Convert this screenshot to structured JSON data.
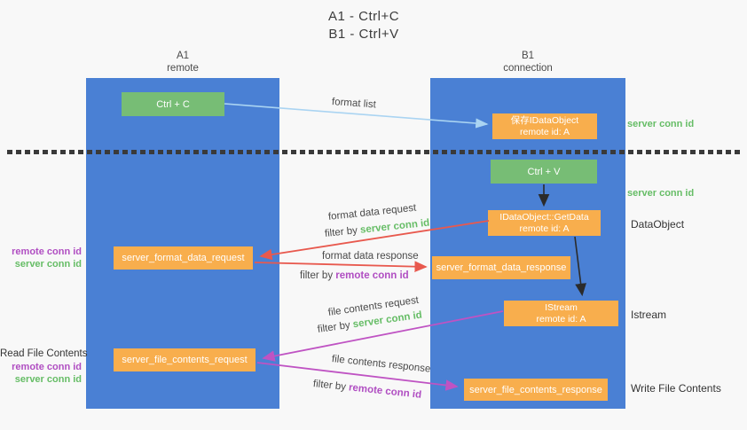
{
  "title": {
    "line1": "A1 - Ctrl+C",
    "line2": "B1 - Ctrl+V"
  },
  "columns": {
    "a1": {
      "name": "A1",
      "subtitle": "remote"
    },
    "b1": {
      "name": "B1",
      "subtitle": "connection"
    }
  },
  "nodes": {
    "ctrl_c": "Ctrl + C",
    "ctrl_v": "Ctrl + V",
    "save_obj_line1": "保存IDataObject",
    "save_obj_line2": "remote id: A",
    "getdata_line1": "IDataObject::GetData",
    "getdata_line2": "remote id: A",
    "istream_line1": "IStream",
    "istream_line2": "remote id: A",
    "fmt_req": "server_format_data_request",
    "fmt_resp": "server_format_data_response",
    "file_req": "server_file_contents_request",
    "file_resp": "server_file_contents_response"
  },
  "arrows": {
    "format_list": "format list",
    "fmt_req_label": "format data request",
    "fmt_req_filter_prefix": "filter by ",
    "fmt_req_filter": "server conn id",
    "fmt_resp_label": "format data response",
    "fmt_resp_filter_prefix": "filter by ",
    "fmt_resp_filter": "remote conn id",
    "file_req_label": "file contents request",
    "file_req_filter_prefix": "filter by ",
    "file_req_filter": "server conn id",
    "file_resp_label": "file contents response",
    "file_resp_filter_prefix": "filter by ",
    "file_resp_filter": "remote conn id"
  },
  "annotations": {
    "server_conn_id_top": "server conn id",
    "server_conn_id_mid": "server conn id",
    "dataobject": "DataObject",
    "istream": "Istream",
    "write_file_contents": "Write File Contents",
    "read_file_contents": "Read File Contents",
    "left_mid_remote": "remote conn id",
    "left_mid_server": "server conn id",
    "left_bottom_remote": "remote conn id",
    "left_bottom_server": "server conn id"
  },
  "colors": {
    "column_blue": "#4a80d4",
    "box_green": "#77bd75",
    "box_orange": "#f8ae4d",
    "text_green": "#66bd66",
    "text_purple": "#b04ec2",
    "arrow_red": "#e8594e",
    "arrow_magenta": "#bf53c3",
    "arrow_lightblue": "#aad4f2",
    "arrow_black": "#2b2b2b",
    "background": "#f8f8f8"
  }
}
